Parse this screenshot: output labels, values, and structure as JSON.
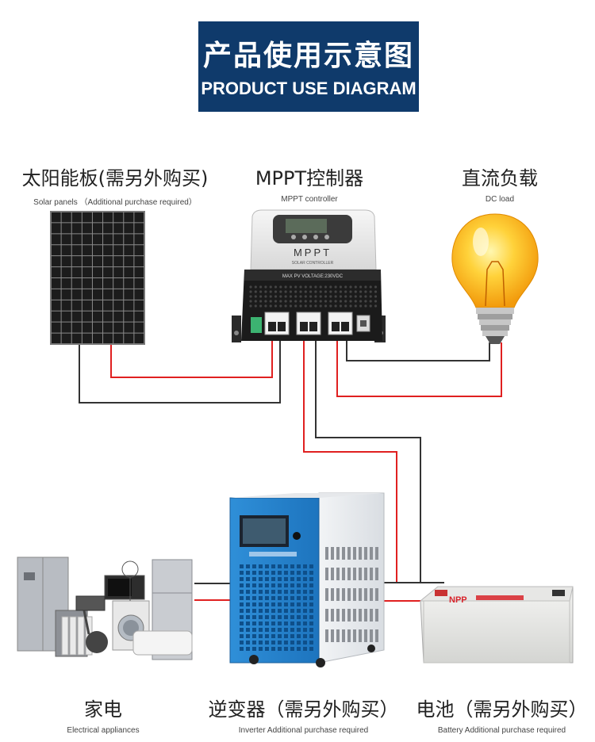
{
  "title": {
    "zh": "产品使用示意图",
    "en": "PRODUCT USE DIAGRAM"
  },
  "components": {
    "solar": {
      "zh": "太阳能板(需另外购买)",
      "en": "Solar panels （Additional purchase required）"
    },
    "controller": {
      "zh": "MPPT控制器",
      "en": "MPPT controller",
      "panel_text": "MPPT",
      "panel_sub": "SOLAR CONTROLLER",
      "panel_voltage": "MAX PV VOLTAGE:230VDC"
    },
    "load": {
      "zh": "直流负载",
      "en": "DC load"
    },
    "appliances": {
      "zh": "家电",
      "en": "Electrical appliances"
    },
    "inverter": {
      "zh": "逆变器（需另外购买）",
      "en": "Inverter  Additional purchase required"
    },
    "battery": {
      "zh": "电池（需另外购买）",
      "en": "Battery  Additional purchase required",
      "brand": "NPP"
    }
  },
  "colors": {
    "title_bg": "#0f3a6b",
    "wire_red": "#e02020",
    "wire_black": "#333333"
  }
}
